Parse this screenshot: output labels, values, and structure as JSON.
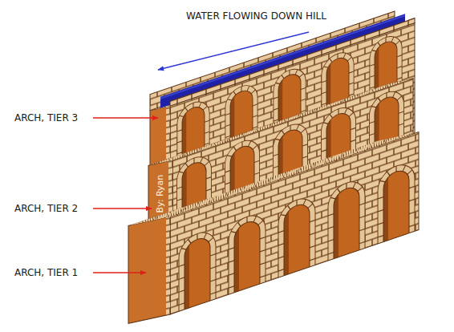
{
  "diagram": {
    "labels": [
      "WATER FLOWING DOWN HILL",
      "ARCH, TIER 3",
      "ARCH, TIER 2",
      "ARCH, TIER 1",
      "By: Ryan"
    ]
  }
}
